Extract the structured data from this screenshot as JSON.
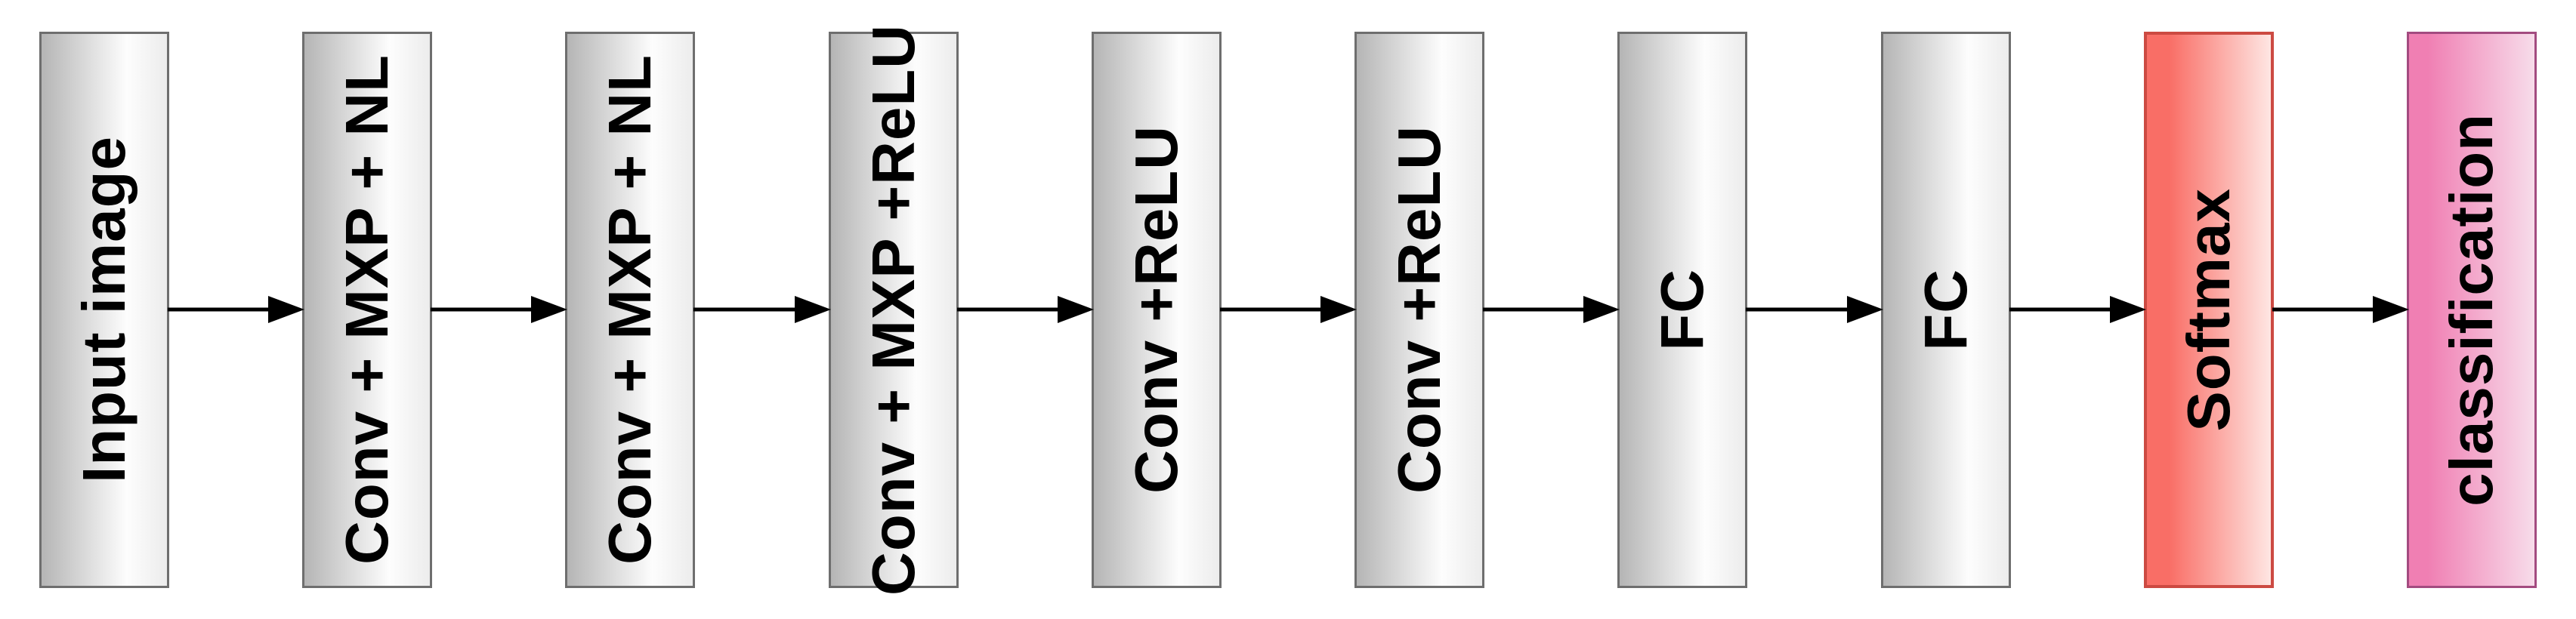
{
  "diagram": {
    "description": "CNN architecture pipeline flow diagram",
    "nodes": [
      {
        "label": "Input image",
        "type": "gray"
      },
      {
        "label": "Conv + MXP + NL",
        "type": "gray"
      },
      {
        "label": "Conv + MXP + NL",
        "type": "gray"
      },
      {
        "label": "Conv + MXP +ReLU",
        "type": "gray"
      },
      {
        "label": "Conv +ReLU",
        "type": "gray"
      },
      {
        "label": "Conv +ReLU",
        "type": "gray"
      },
      {
        "label": "FC",
        "type": "gray"
      },
      {
        "label": "FC",
        "type": "gray"
      },
      {
        "label": "Softmax",
        "type": "softmax"
      },
      {
        "label": "classification",
        "type": "classification"
      }
    ],
    "colors": {
      "gray_fill_start": "#b5b5b5",
      "gray_fill_mid": "#fdfdfd",
      "gray_fill_end": "#ececec",
      "gray_border": "#6e6e6e",
      "softmax_fill_start": "#f96e66",
      "softmax_fill_end": "#fee6e3",
      "softmax_border": "#cc4a42",
      "classification_fill_start": "#f07fb3",
      "classification_fill_end": "#f7dcea",
      "classification_border": "#a34b80",
      "arrow_color": "#000000",
      "text_color": "#000000"
    }
  }
}
